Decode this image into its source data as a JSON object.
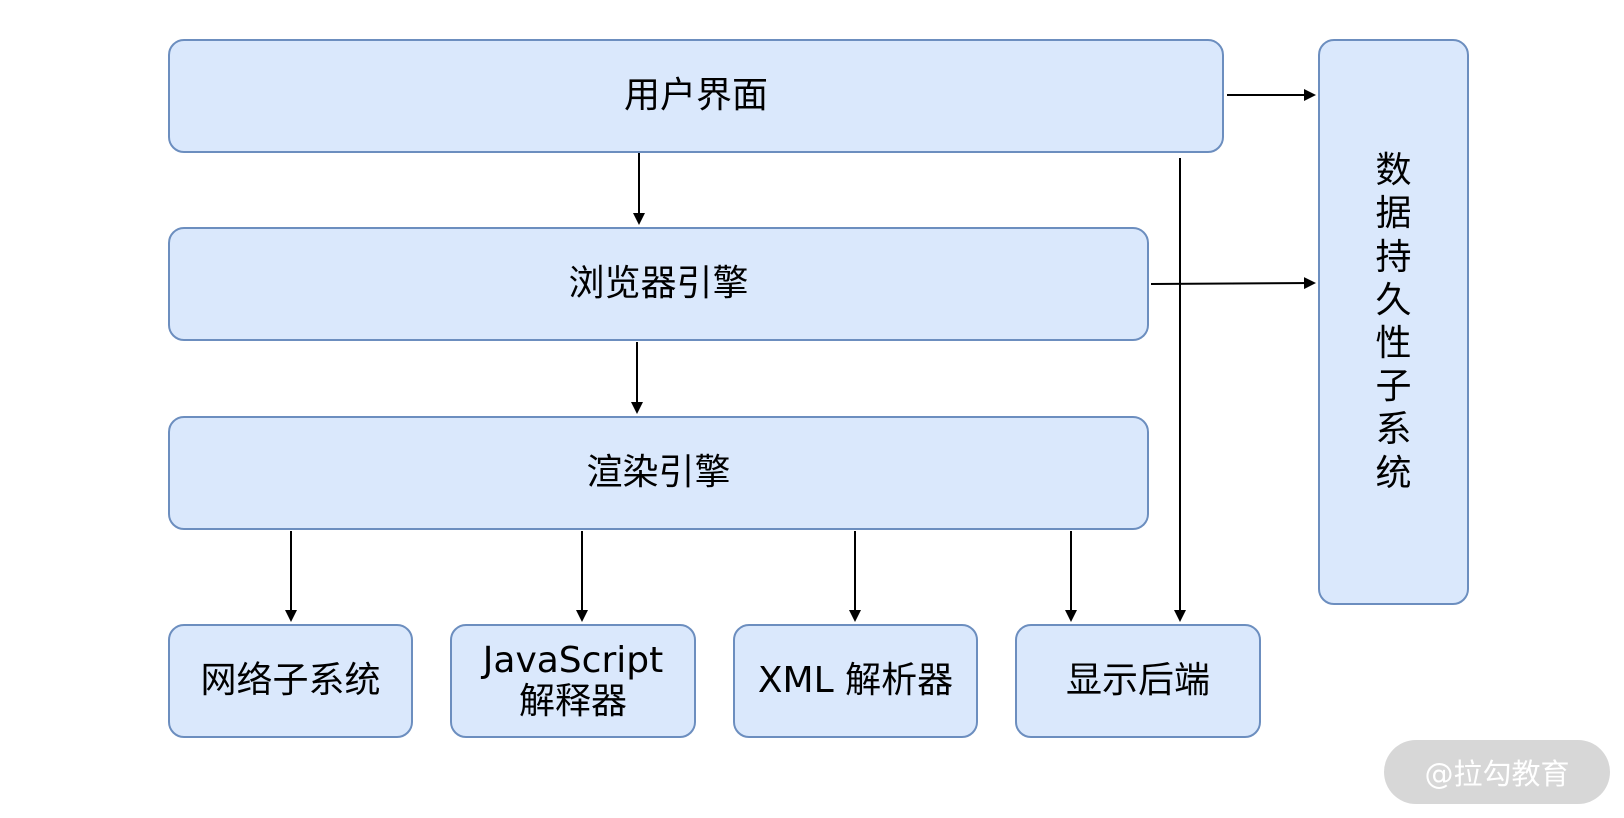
{
  "diagram": {
    "nodes": {
      "ui": "用户界面",
      "browser_engine": "浏览器引擎",
      "render_engine": "渲染引擎",
      "network": "网络子系统",
      "js_line1": "JavaScript",
      "js_line2": "解释器",
      "xml": "XML 解析器",
      "display": "显示后端",
      "persistence": "数据持久性子系统"
    },
    "edges": [
      {
        "from": "用户界面",
        "to": "浏览器引擎"
      },
      {
        "from": "用户界面",
        "to": "数据持久性子系统"
      },
      {
        "from": "用户界面",
        "to": "显示后端"
      },
      {
        "from": "浏览器引擎",
        "to": "渲染引擎"
      },
      {
        "from": "浏览器引擎",
        "to": "数据持久性子系统"
      },
      {
        "from": "渲染引擎",
        "to": "网络子系统"
      },
      {
        "from": "渲染引擎",
        "to": "JavaScript 解释器"
      },
      {
        "from": "渲染引擎",
        "to": "XML 解析器"
      },
      {
        "from": "渲染引擎",
        "to": "显示后端"
      }
    ],
    "colors": {
      "box_fill": "#dae8fc",
      "box_border": "#6c8ebf",
      "arrow": "#000000",
      "watermark_bg": "#d5d5d5",
      "watermark_text": "#ffffff"
    }
  },
  "watermark": {
    "text": "@拉勾教育"
  }
}
